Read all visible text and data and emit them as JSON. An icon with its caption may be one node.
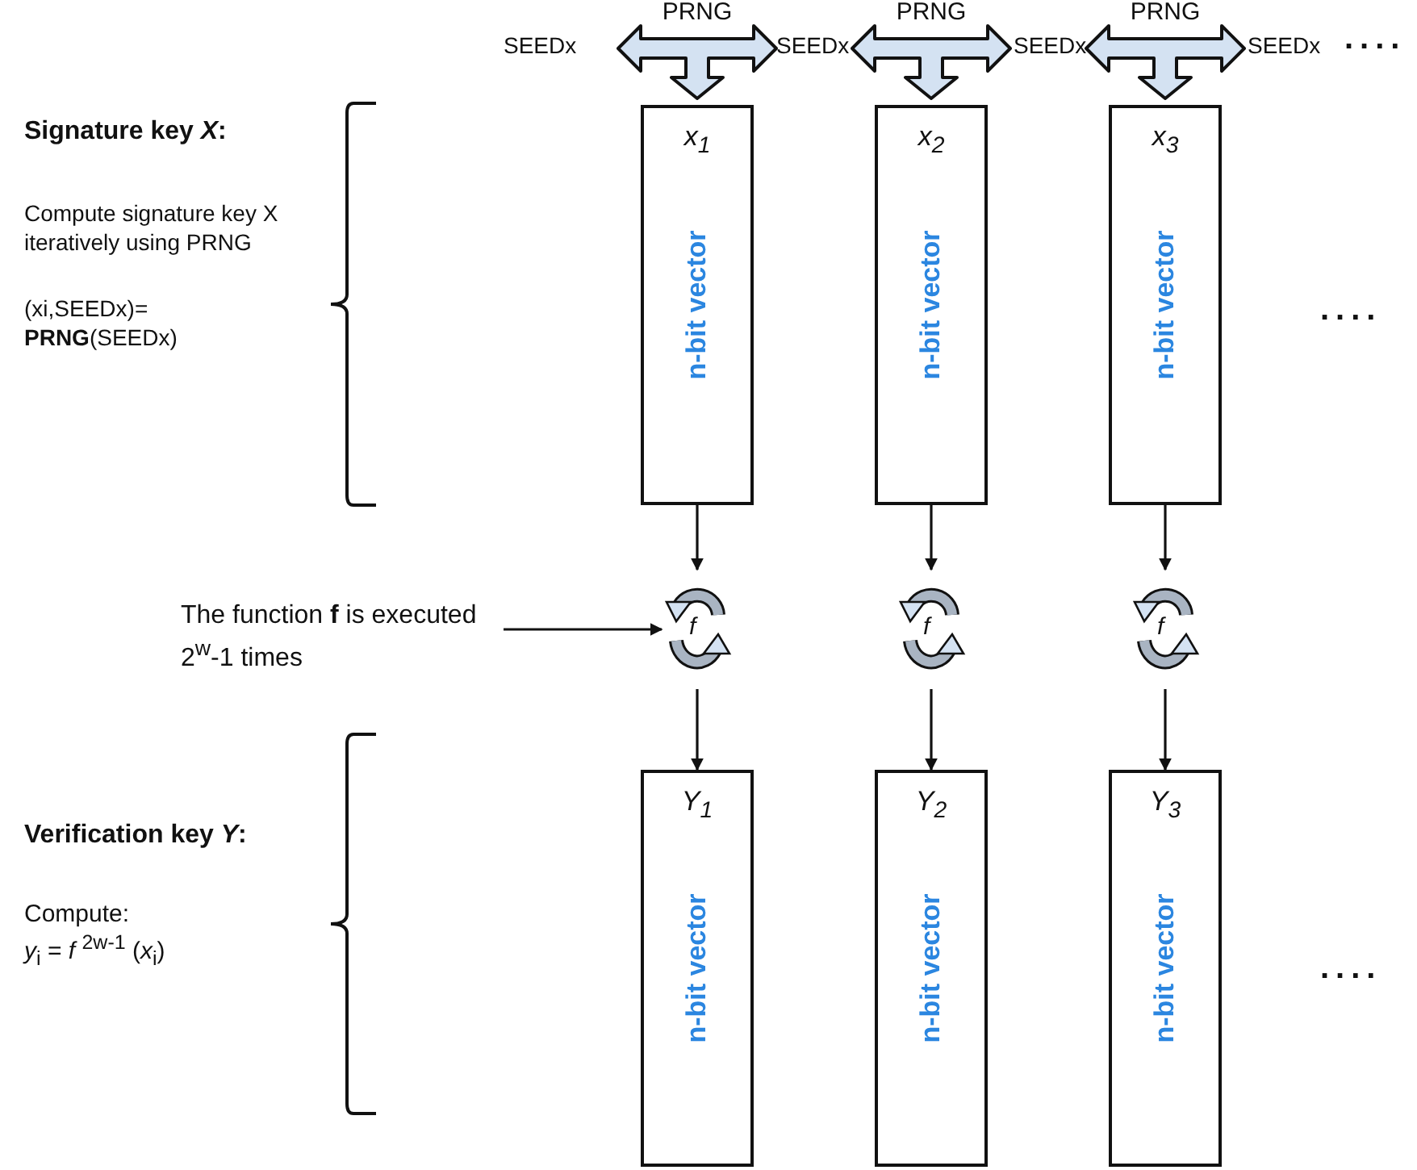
{
  "diagram": {
    "nodes": [
      {
        "text": [
          "PRNG"
        ]
      },
      {
        "text": [
          "PRNG"
        ]
      },
      {
        "text": [
          "PRNG"
        ]
      },
      {
        "text": [
          "x$_{1}$",
          "n-bit vector"
        ]
      },
      {
        "text": [
          "x$_{2}$",
          "n-bit vector"
        ]
      },
      {
        "text": [
          "x$_{3}$",
          "n-bit vector"
        ]
      },
      {
        "text": [
          "f"
        ]
      },
      {
        "text": [
          "f"
        ]
      },
      {
        "text": [
          "f"
        ]
      },
      {
        "text": [
          "Y$_{1}$",
          "n-bit vector"
        ]
      },
      {
        "text": [
          "Y$_{2}$",
          "n-bit vector"
        ]
      },
      {
        "text": [
          "Y$_{3}$",
          "n-bit vector"
        ]
      },
      {
        "text": [
          "The function **f** is executed 2$^{w}$-1 times"
        ]
      }
    ],
    "edges": [
      {
        "from": 3,
        "to": 6,
        "arrow": "to"
      },
      {
        "from": 4,
        "to": 7,
        "arrow": "to"
      },
      {
        "from": 5,
        "to": 8,
        "arrow": "to"
      },
      {
        "from": 12,
        "to": 6,
        "arrow": "to"
      },
      {
        "from": 6,
        "to": 9,
        "arrow": "to"
      },
      {
        "from": 7,
        "to": 10,
        "arrow": "to"
      },
      {
        "from": 8,
        "to": 11,
        "arrow": "to"
      }
    ],
    "labels": [
      "SEEDx",
      "SEEDx",
      "SEEDx",
      "SEEDx",
      "....",
      "Signature key *X*:",
      "Compute signature key X iteratively using PRNG",
      "(xi,SEEDx)= **PRNG**(SEEDx)",
      "....",
      "Verification key *Y*:",
      "Compute:",
      "*y*$_{i}$ = *f* $^{2w-1}$ (*x*$_{i}$)",
      "...."
    ]
  }
}
